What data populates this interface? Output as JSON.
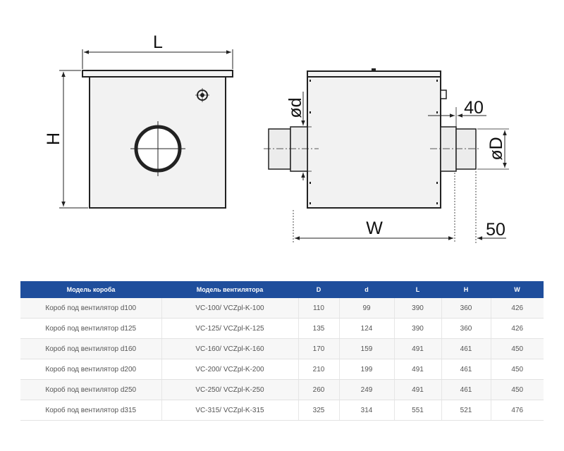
{
  "dimension_labels": {
    "L": "L",
    "H": "H",
    "od": "ød",
    "oD": "øD",
    "W": "W",
    "d40": "40",
    "d50": "50"
  },
  "table": {
    "headers": [
      "Модель короба",
      "Модель вентилятора",
      "D",
      "d",
      "L",
      "H",
      "W"
    ],
    "rows": [
      [
        "Короб под вентилятор d100",
        "VC-100/ VCZpl-K-100",
        "110",
        "99",
        "390",
        "360",
        "426"
      ],
      [
        "Короб под вентилятор d125",
        "VC-125/ VCZpl-K-125",
        "135",
        "124",
        "390",
        "360",
        "426"
      ],
      [
        "Короб под вентилятор d160",
        "VC-160/ VCZpl-K-160",
        "170",
        "159",
        "491",
        "461",
        "450"
      ],
      [
        "Короб под вентилятор d200",
        "VC-200/ VCZpl-K-200",
        "210",
        "199",
        "491",
        "461",
        "450"
      ],
      [
        "Короб под вентилятор d250",
        "VC-250/ VCZpl-K-250",
        "260",
        "249",
        "491",
        "461",
        "450"
      ],
      [
        "Короб под вентилятор d315",
        "VC-315/ VCZpl-K-315",
        "325",
        "314",
        "551",
        "521",
        "476"
      ]
    ]
  },
  "colors": {
    "header_bg": "#1f4e9c",
    "box_fill": "#f2f2f2",
    "line": "#222222"
  }
}
